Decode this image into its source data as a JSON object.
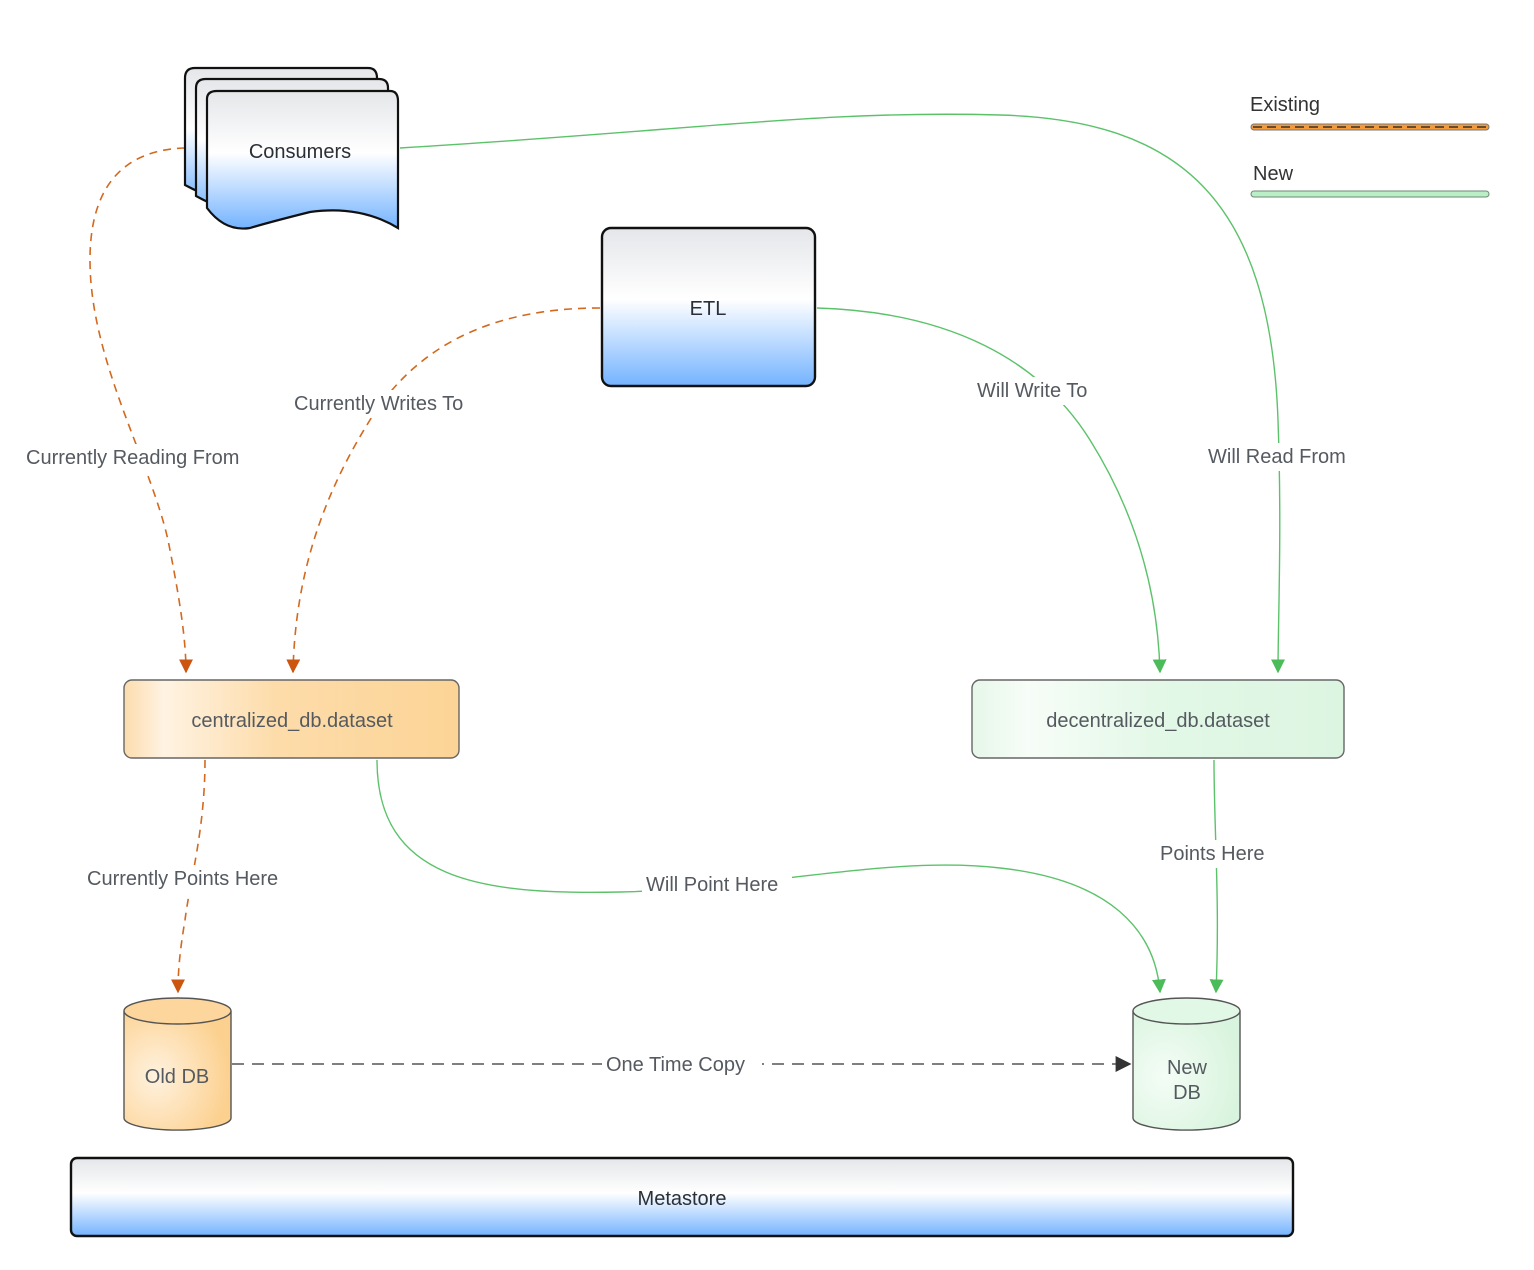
{
  "legend": {
    "existing_label": "Existing",
    "new_label": "New",
    "existing_color": "#e8913a",
    "new_color": "#b6ebc4"
  },
  "colors": {
    "existing_edge": "#d2691e",
    "new_edge": "#5cc26a",
    "copy_edge": "#555555",
    "blue_fill": "#7fb8ff",
    "orange_fill": "#fcd9a0",
    "green_fill": "#dff6e3"
  },
  "nodes": {
    "consumers": "Consumers",
    "etl": "ETL",
    "centralized": "centralized_db.dataset",
    "decentralized": "decentralized_db.dataset",
    "old_db": "Old DB",
    "new_db_line1": "New",
    "new_db_line2": "DB",
    "metastore": "Metastore"
  },
  "edges": {
    "consumers_to_centralized": "Currently Reading From",
    "etl_to_centralized": "Currently Writes To",
    "etl_to_decentralized": "Will Write To",
    "consumers_to_decentralized": "Will Read From",
    "centralized_to_old_db": "Currently Points Here",
    "centralized_to_new_db": "Will Point Here",
    "decentralized_to_new_db": "Points Here",
    "old_db_to_new_db": "One Time Copy"
  }
}
